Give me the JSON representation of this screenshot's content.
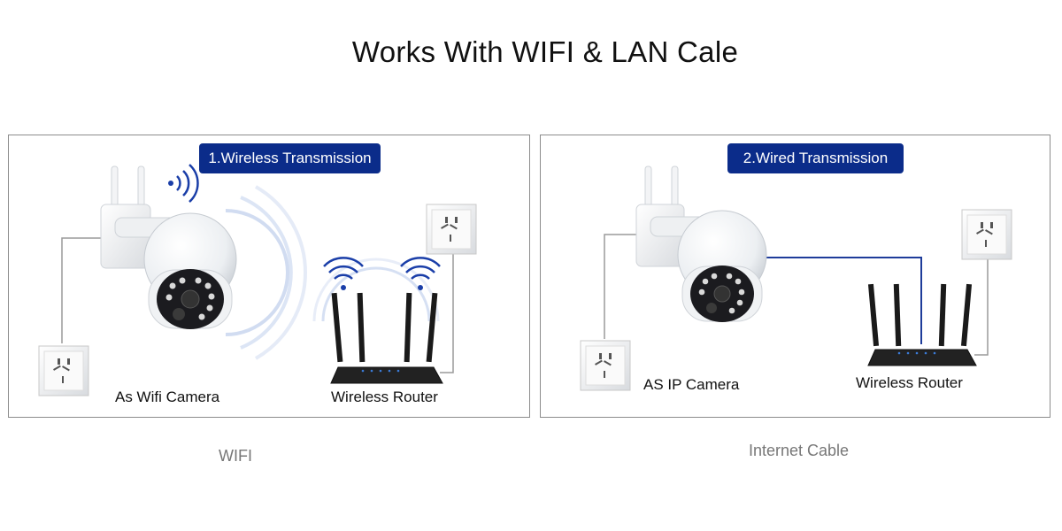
{
  "header": {
    "title": "Works With  WIFI & LAN Cale"
  },
  "panels": [
    {
      "badge": "1.Wireless Transmission",
      "camera_label": "As Wifi Camera",
      "router_label": "Wireless Router",
      "caption": "WIFI"
    },
    {
      "badge": "2.Wired Transmission",
      "camera_label": "AS IP Camera",
      "router_label": "Wireless Router",
      "caption": "Internet Cable"
    }
  ],
  "colors": {
    "badge_bg": "#0b2c8a",
    "signal_blue": "#1a3ea8",
    "cable_blue": "#1e3c9a",
    "router_black": "#1a1a1a"
  },
  "icons": [
    "power-outlet-icon",
    "camera-icon",
    "wifi-signal-icon",
    "router-icon"
  ]
}
